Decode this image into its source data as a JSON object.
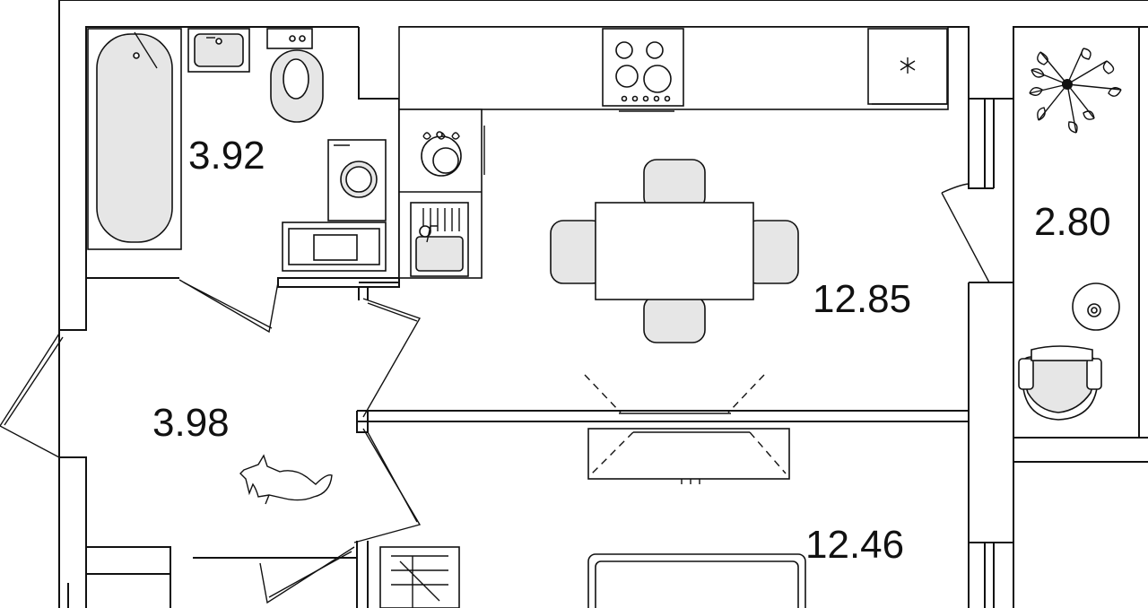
{
  "rooms": [
    {
      "id": "bathroom",
      "area": "3.92"
    },
    {
      "id": "balcony",
      "area": "2.80"
    },
    {
      "id": "kitchen",
      "area": "12.85"
    },
    {
      "id": "hallway",
      "area": "3.98"
    },
    {
      "id": "living-room",
      "area": "12.46"
    }
  ],
  "colors": {
    "line": "#111111",
    "fixture_fill": "#e6e6e6",
    "background": "#ffffff"
  }
}
